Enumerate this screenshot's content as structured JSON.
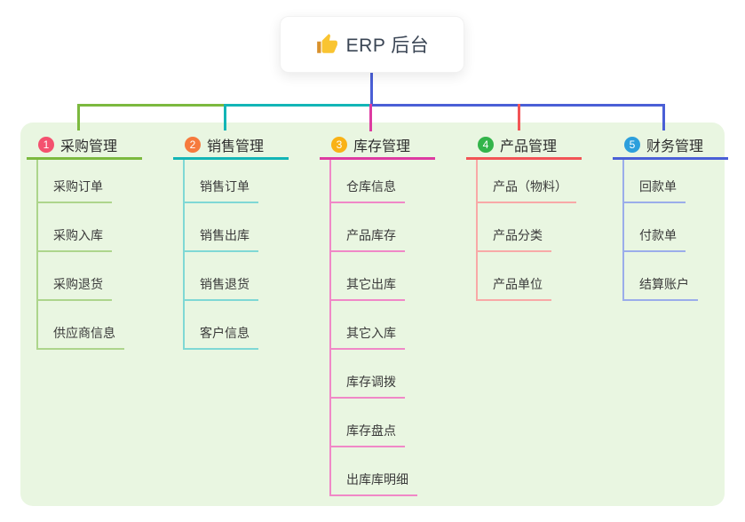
{
  "root": {
    "label": "ERP 后台",
    "icon": "thumbs-up-icon"
  },
  "canvas": {
    "background": "#E9F6E1"
  },
  "connector": {
    "root_color": "#4A5FD6"
  },
  "branches": [
    {
      "num": "1",
      "label": "采购管理",
      "accent": "#7CB93F",
      "light": "#ADD58C",
      "badge": "#F4516F",
      "items": [
        "采购订单",
        "采购入库",
        "采购退货",
        "供应商信息"
      ]
    },
    {
      "num": "2",
      "label": "销售管理",
      "accent": "#13B5B6",
      "light": "#7FD8D5",
      "badge": "#F67A3D",
      "items": [
        "销售订单",
        "销售出库",
        "销售退货",
        "客户信息"
      ]
    },
    {
      "num": "3",
      "label": "库存管理",
      "accent": "#DD3BA1",
      "light": "#F088C7",
      "badge": "#F9B216",
      "items": [
        "仓库信息",
        "产品库存",
        "其它出库",
        "其它入库",
        "库存调拨",
        "库存盘点",
        "出库库明细"
      ]
    },
    {
      "num": "4",
      "label": "产品管理",
      "accent": "#F25456",
      "light": "#F8A9A7",
      "badge": "#33B44A",
      "items": [
        "产品（物料）",
        "产品分类",
        "产品单位"
      ]
    },
    {
      "num": "5",
      "label": "财务管理",
      "accent": "#4A5FD6",
      "light": "#9BADEA",
      "badge": "#2C9FDC",
      "items": [
        "回款单",
        "付款单",
        "结算账户"
      ]
    }
  ]
}
